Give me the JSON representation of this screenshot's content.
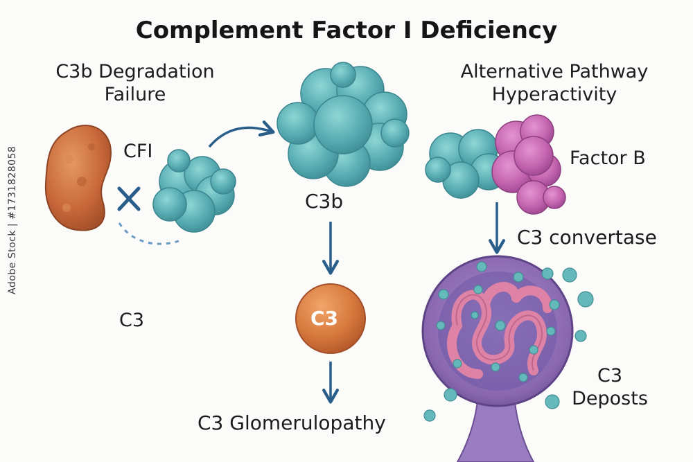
{
  "title": "Complement Factor I Deficiency",
  "left_heading": [
    "C3b Degradation",
    "Failure"
  ],
  "right_heading": [
    "Alternative Pathway",
    "Hyperactivity"
  ],
  "labels": {
    "cfi": "CFI",
    "c3b": "C3b",
    "c3_left": "C3",
    "c3_ball": "C3",
    "factor_b": "Factor B",
    "c3_convertase": "C3 convertase",
    "c3_glomerulopathy": "C3 Glomerulopathy",
    "c3_deposits": [
      "C3",
      "Deposts"
    ]
  },
  "watermark": "Adobe Stock | #1731828058",
  "colors": {
    "cfi_protein": "#c8683a",
    "c3b_protein": "#5fb4b9",
    "factor_b": "#c565b0",
    "c3_ball": "#d77a3e",
    "arrow": "#2a5e8a",
    "glomerulus_capsule": "#8a68b0",
    "glomerulus_loops": "#de83a6",
    "deposit": "#66b9ba"
  }
}
